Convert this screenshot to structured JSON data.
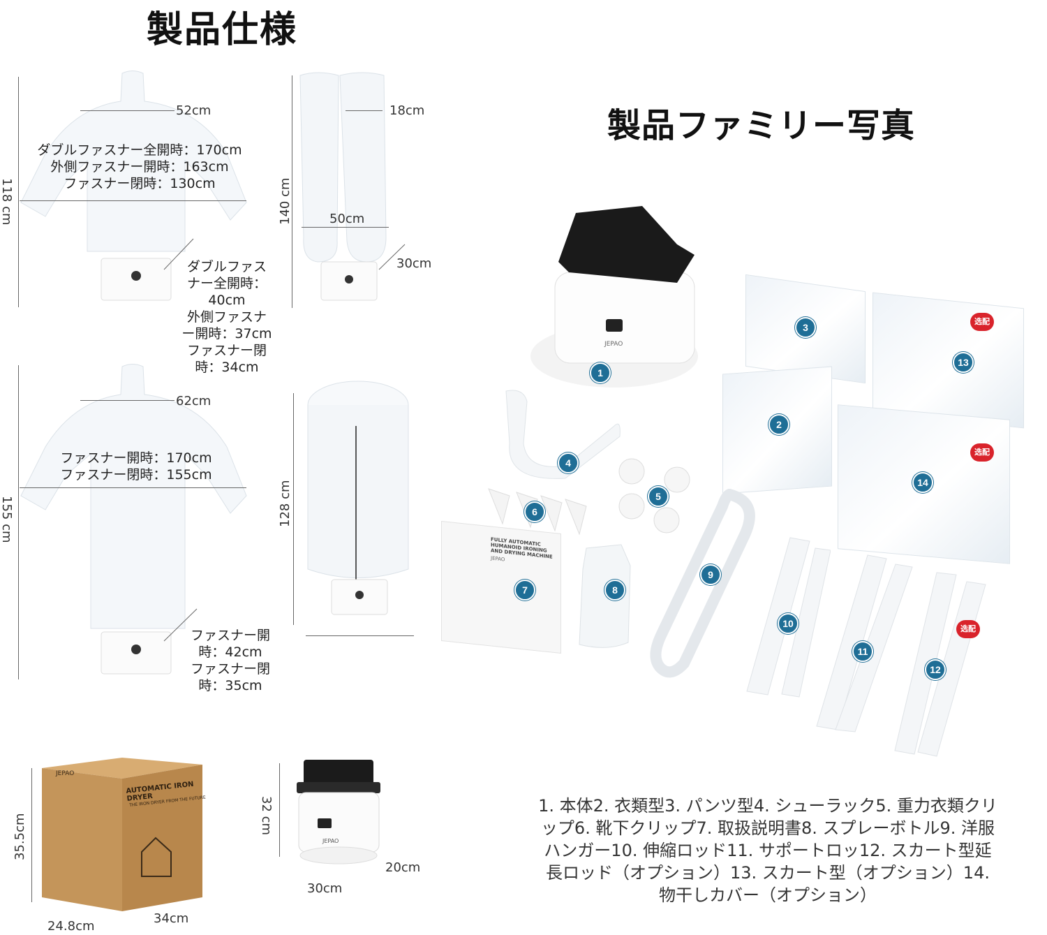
{
  "titles": {
    "spec": "製品仕様",
    "family": "製品ファミリー写真"
  },
  "spec": {
    "shirt1": {
      "width": "52cm",
      "height": "118 cm",
      "lengths": [
        "ダブルファスナー全開時：170cm",
        "外側ファスナー開時：163cm",
        "ファスナー閉時：130cm"
      ],
      "depths": [
        "ダブルファス",
        "ナー全開時：",
        "40cm",
        "外側ファスナ",
        "ー開時：37cm",
        "ファスナー閉",
        "時：34cm"
      ]
    },
    "pants": {
      "width": "18cm",
      "height": "140 cm",
      "waist": "50cm",
      "depth": "30cm"
    },
    "shirt2": {
      "width": "62cm",
      "height": "155 cm",
      "lengths": [
        "ファスナー開時：170cm",
        "ファスナー閉時：155cm"
      ],
      "depths": [
        "ファスナー開",
        "時：42cm",
        "ファスナー閉",
        "時：35cm"
      ]
    },
    "cover": {
      "height": "128 cm"
    },
    "box": {
      "height": "35.5cm",
      "depth": "24.8cm",
      "width": "34cm",
      "brand": "JEPAO",
      "label": "AUTOMATIC IRON DRYER",
      "sublabel": "THE IRON DRYER FROM THE FUTURE"
    },
    "unit": {
      "height": "32 cm",
      "width": "30cm",
      "depth": "20cm",
      "brand": "JEPAO"
    }
  },
  "family": {
    "items": [
      "1",
      "2",
      "3",
      "4",
      "5",
      "6",
      "7",
      "8",
      "9",
      "10",
      "11",
      "12",
      "13",
      "14"
    ],
    "optional_label": "选配",
    "manual_title": "FULLY AUTOMATIC HUMANOID IRONING AND DRYING MACHINE",
    "manual_brand": "JEPAO",
    "unit_brand": "JEPAO"
  },
  "caption": "1. 本体2. 衣類型3. パンツ型4. シューラック5. 重力衣類クリップ6. 靴下クリップ7. 取扱説明書8. スプレーボトル9. 洋服ハンガー10. 伸縮ロッド11. サポートロッ12. スカート型延長ロッド（オプション）13. スカート型（オプション）14. 物干しカバー（オプション）",
  "colors": {
    "badge": "#1f6e96",
    "optional": "#d9232b",
    "cardboard": "#c4955a"
  }
}
